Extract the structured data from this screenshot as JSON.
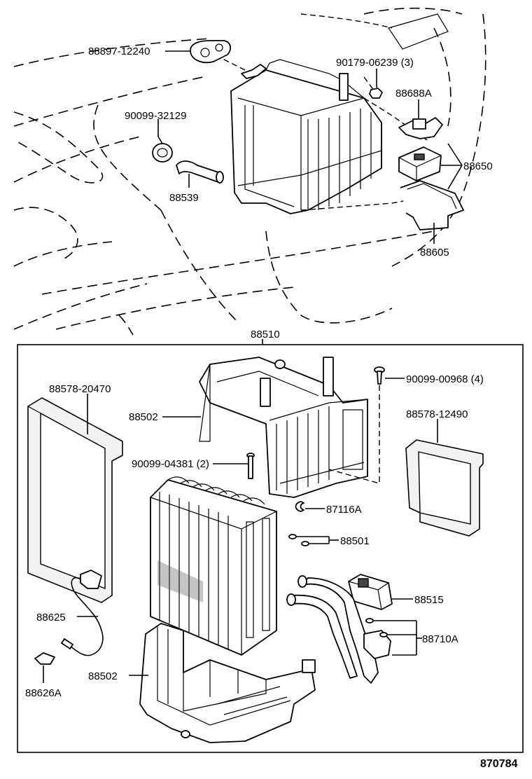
{
  "diagram_id": "870784",
  "assembly_label": "88510",
  "callouts": {
    "c88897": "88897-12240",
    "c90179": "90179-06239 (3)",
    "c88688A": "88688A",
    "c90099_32129": "90099-32129",
    "c88650": "88650",
    "c88539": "88539",
    "c88605": "88605",
    "c88578_20470": "88578-20470",
    "c90099_00968": "90099-00968 (4)",
    "c88502_top": "88502",
    "c88578_12490": "88578-12490",
    "c90099_04381": "90099-04381 (2)",
    "c87116A": "87116A",
    "c88501": "88501",
    "c88515": "88515",
    "c88625": "88625",
    "c88710A": "88710A",
    "c88502_bottom": "88502",
    "c88626A": "88626A"
  }
}
